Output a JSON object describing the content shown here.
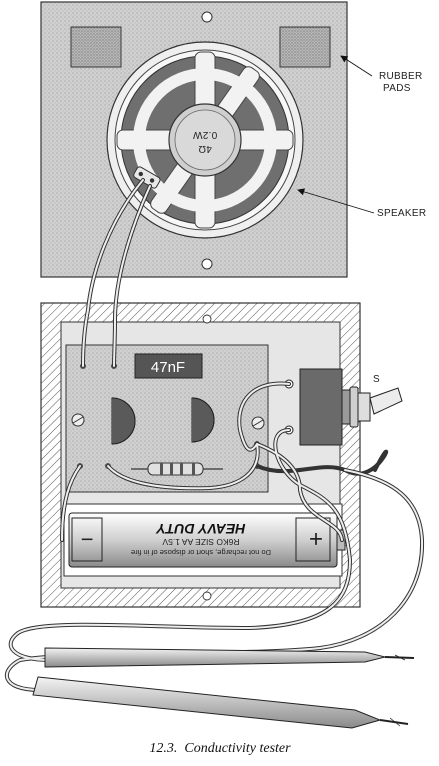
{
  "figure": {
    "caption": "12.3.  Conductivity tester",
    "labels": {
      "rubber_pads": [
        "RUBBER",
        "PADS"
      ],
      "speaker": "SPEAKER",
      "switch": "S"
    },
    "speaker_marking": [
      "4Ω",
      "0.2W"
    ],
    "capacitor_label": "47nF",
    "battery": {
      "brand": "HEAVY DUTY",
      "size": "R6KO SIZE AA 1.5V",
      "warning": "Do not recharge, short or dispose of in fire",
      "minus": "−",
      "plus": "+"
    }
  }
}
